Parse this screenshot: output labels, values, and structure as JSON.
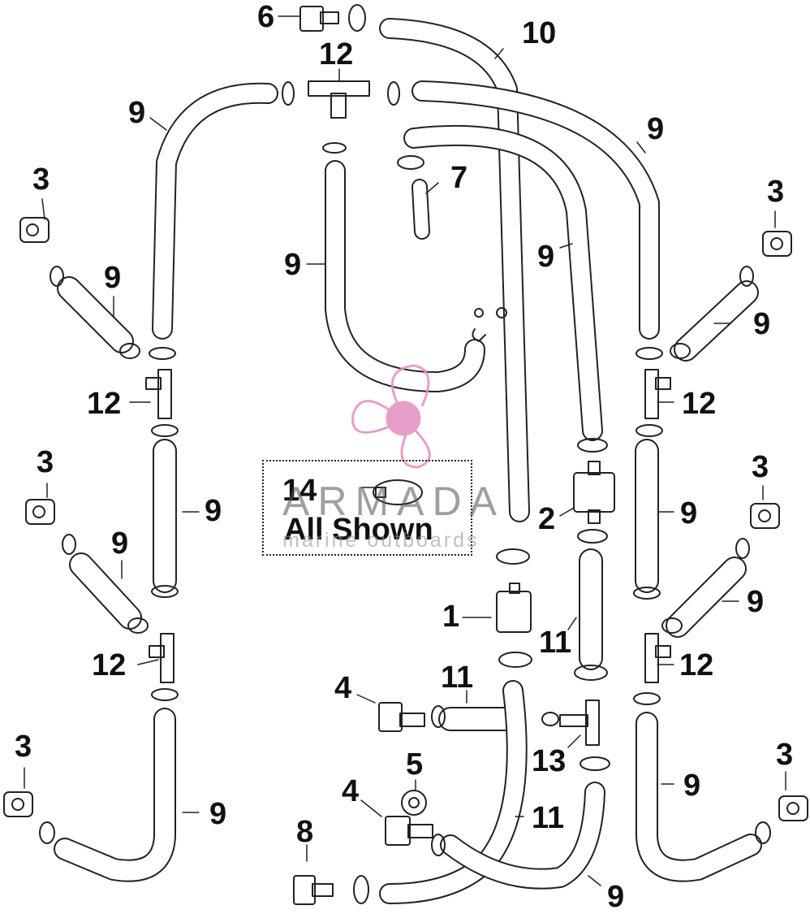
{
  "watermark": {
    "brand": "ARMADA",
    "tagline": "marine outboards",
    "accent_color": "#e38fc0",
    "logo": "propeller-logo"
  },
  "note_box": {
    "number": "14",
    "text": "All Shown"
  },
  "callouts": {
    "c1": "1",
    "c2": "2",
    "c3a": "3",
    "c3b": "3",
    "c3c": "3",
    "c3d": "3",
    "c3e": "3",
    "c3f": "3",
    "c4a": "4",
    "c4b": "4",
    "c5": "5",
    "c6": "6",
    "c7": "7",
    "c8": "8",
    "c9a": "9",
    "c9b": "9",
    "c9c": "9",
    "c9d": "9",
    "c9e": "9",
    "c9f": "9",
    "c9g": "9",
    "c9h": "9",
    "c9i": "9",
    "c9j": "9",
    "c9k": "9",
    "c9l": "9",
    "c9m": "9",
    "c10": "10",
    "c11a": "11",
    "c11b": "11",
    "c11c": "11",
    "c12a": "12",
    "c12b": "12",
    "c12c": "12",
    "c12d": "12",
    "c12e": "12",
    "c13": "13"
  }
}
